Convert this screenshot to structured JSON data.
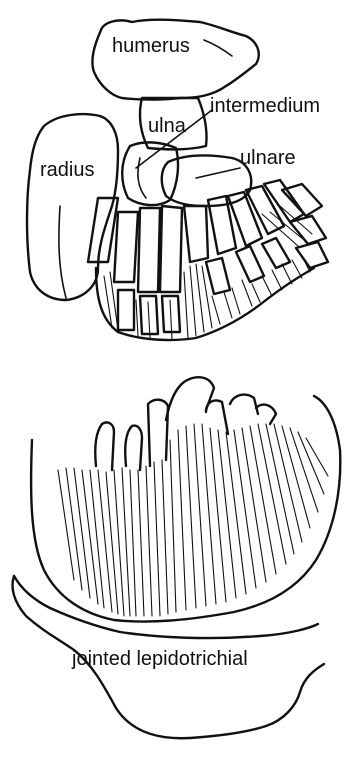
{
  "diagram": {
    "labels": {
      "humerus": "humerus",
      "ulna": "ulna",
      "intermedium": "intermedium",
      "radius": "radius",
      "ulnare": "ulnare",
      "fin": "jointed lepidotrichial"
    },
    "ink_color": "#111111",
    "background_color": "#ffffff"
  }
}
